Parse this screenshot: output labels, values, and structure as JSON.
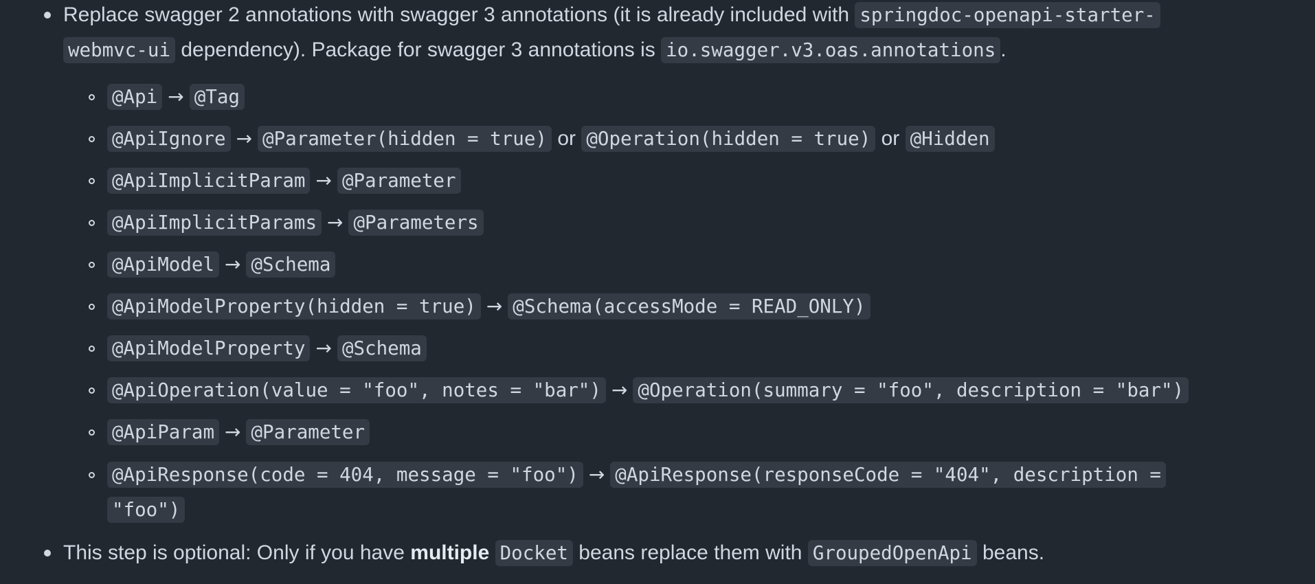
{
  "item1": {
    "text_a": "Replace swagger 2 annotations with swagger 3 annotations (it is already included with ",
    "code_a1": "springdoc-openapi-starter-",
    "code_a2": "webmvc-ui",
    "text_b": " dependency). Package for swagger 3 annotations is ",
    "code_b": "io.swagger.v3.oas.annotations",
    "text_c": "."
  },
  "arrow": "→",
  "or": "or",
  "mappings": [
    {
      "from": "@Api",
      "to": "@Tag"
    },
    {
      "from": "@ApiIgnore",
      "to": "@Parameter(hidden = true)",
      "alt1": "@Operation(hidden = true)",
      "alt2": "@Hidden"
    },
    {
      "from": "@ApiImplicitParam",
      "to": "@Parameter"
    },
    {
      "from": "@ApiImplicitParams",
      "to": "@Parameters"
    },
    {
      "from": "@ApiModel",
      "to": "@Schema"
    },
    {
      "from": "@ApiModelProperty(hidden = true)",
      "to": "@Schema(accessMode = READ_ONLY)"
    },
    {
      "from": "@ApiModelProperty",
      "to": "@Schema"
    },
    {
      "from": "@ApiOperation(value = \"foo\", notes = \"bar\")",
      "to": "@Operation(summary = \"foo\", description = \"bar\")"
    },
    {
      "from": "@ApiParam",
      "to": "@Parameter"
    },
    {
      "from": "@ApiResponse(code = 404, message = \"foo\")",
      "to": "@ApiResponse(responseCode = \"404\", description =",
      "to_cont": "\"foo\")"
    }
  ],
  "item2": {
    "text_a": "This step is optional: Only if you have ",
    "bold": "multiple",
    "text_b": " ",
    "code_a": "Docket",
    "text_c": " beans replace them with ",
    "code_b": "GroupedOpenApi",
    "text_d": " beans."
  }
}
